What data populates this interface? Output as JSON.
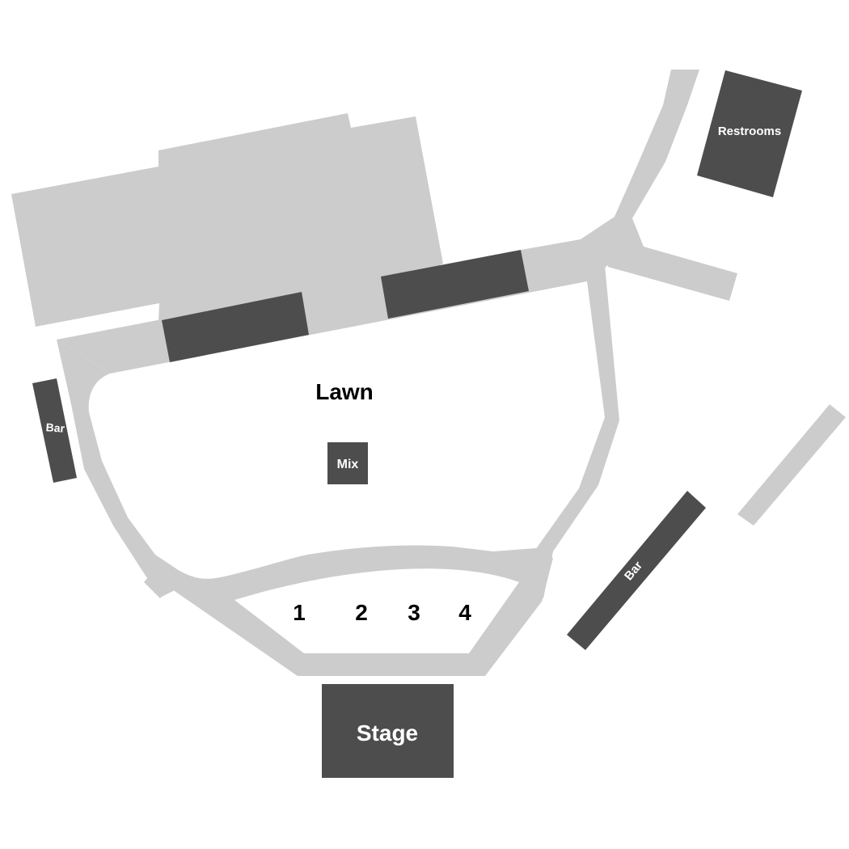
{
  "colors": {
    "background": "#ffffff",
    "walkway": "#cccccc",
    "building": "#4d4d4d",
    "label_on_building": "#ffffff",
    "label_on_ground": "#000000"
  },
  "map": {
    "lawn_label": "Lawn",
    "mix_label": "Mix",
    "stage_label": "Stage",
    "restrooms_label": "Restrooms",
    "bar_left_label": "Bar",
    "bar_right_label": "Bar",
    "pit_sections": [
      {
        "label": "1"
      },
      {
        "label": "2"
      },
      {
        "label": "3"
      },
      {
        "label": "4"
      }
    ]
  }
}
